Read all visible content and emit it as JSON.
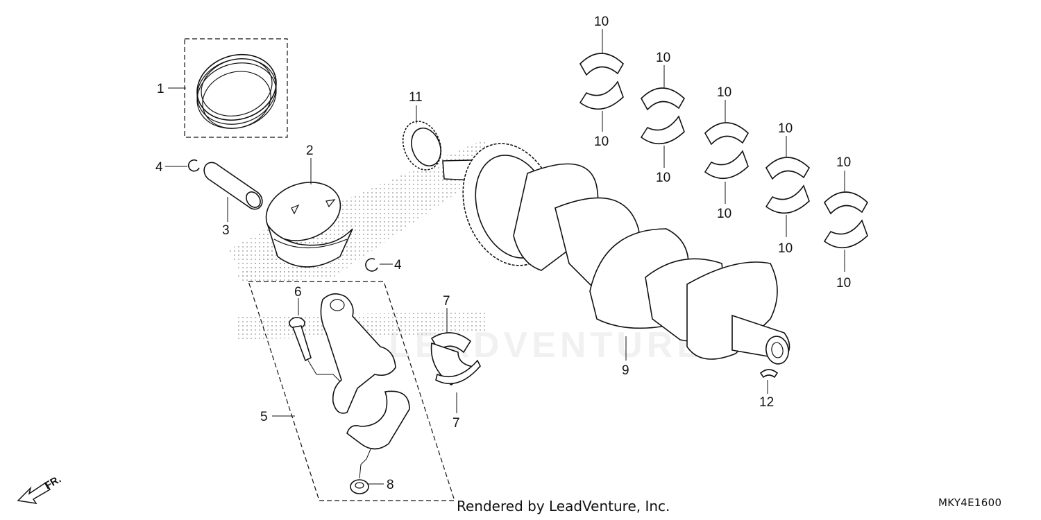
{
  "watermark": "LEADVENTURE",
  "callouts": [
    {
      "id": "c1",
      "label": "1"
    },
    {
      "id": "c2",
      "label": "2"
    },
    {
      "id": "c3",
      "label": "3"
    },
    {
      "id": "c4a",
      "label": "4"
    },
    {
      "id": "c4b",
      "label": "4"
    },
    {
      "id": "c5",
      "label": "5"
    },
    {
      "id": "c6",
      "label": "6"
    },
    {
      "id": "c7a",
      "label": "7"
    },
    {
      "id": "c7b",
      "label": "7"
    },
    {
      "id": "c8",
      "label": "8"
    },
    {
      "id": "c9",
      "label": "9"
    },
    {
      "id": "c10",
      "label": "10"
    },
    {
      "id": "c11",
      "label": "11"
    },
    {
      "id": "c12",
      "label": "12"
    }
  ],
  "direction_label": "FR.",
  "footer": {
    "rendered_by": "Rendered by LeadVenture, Inc.",
    "diagram_code": "MKY4E1600"
  }
}
